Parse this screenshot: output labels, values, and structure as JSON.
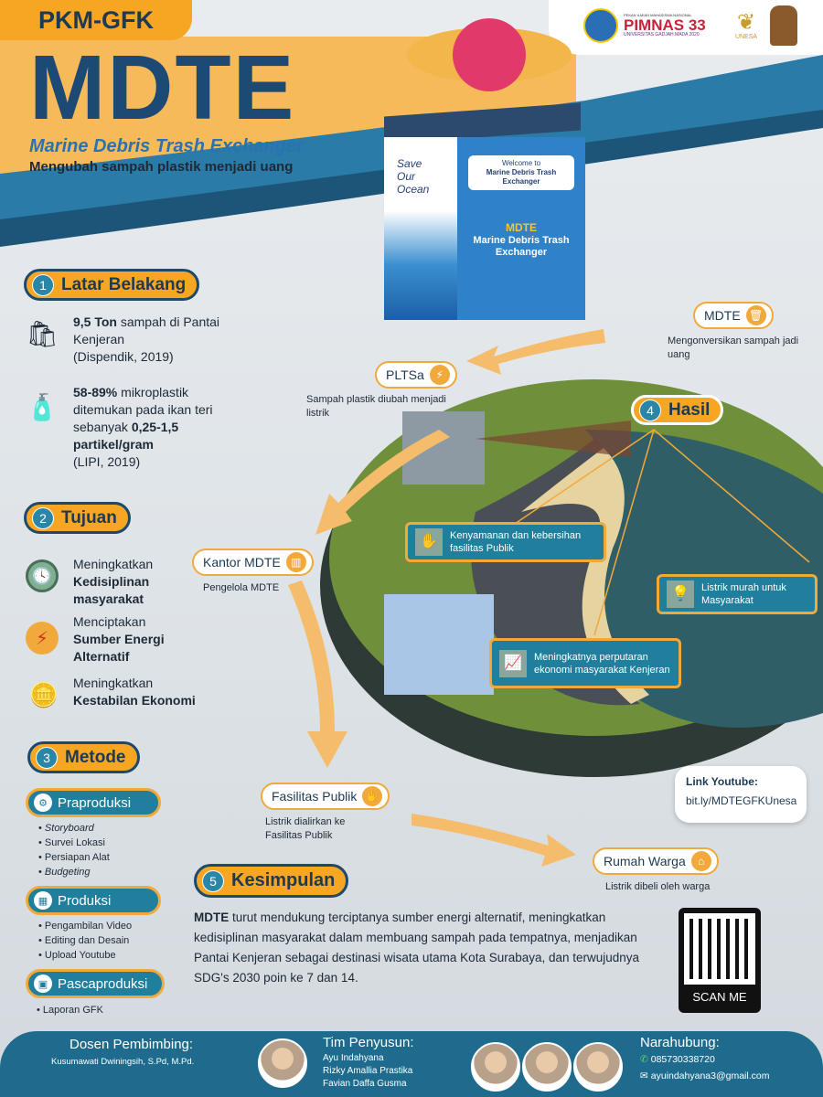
{
  "header": {
    "badge": "PKM-GFK",
    "title": "MDTE",
    "subtitle": "Marine Debris Trash Exchanger",
    "tagline": "Mengubah sampah plastik menjadi uang",
    "logos": {
      "pimnas_top": "PEKAN ILMIAH MAHASISWA NASIONAL",
      "pimnas": "PIMNAS 33",
      "pimnas_sub": "UNIVERSITAS GADJAH MADA 2020",
      "unesa": "UNESA"
    }
  },
  "machine": {
    "side": "Save Our Ocean",
    "screen_top": "Welcome to",
    "screen": "Marine Debris Trash Exchanger",
    "front_title": "MDTE",
    "front": "Marine Debris Trash Exchanger"
  },
  "latar": {
    "num": "1",
    "title": "Latar Belakang",
    "items": [
      {
        "bold": "9,5 Ton",
        "text": " sampah di Pantai Kenjeran",
        "src": "(Dispendik, 2019)"
      },
      {
        "bold": "58-89%",
        "text": " mikroplastik ditemukan pada ikan teri sebanyak ",
        "bold2": "0,25-1,5 partikel/gram",
        "src": "(LIPI, 2019)"
      }
    ]
  },
  "tujuan": {
    "num": "2",
    "title": "Tujuan",
    "items": [
      {
        "text": "Meningkatkan",
        "bold": "Kedisiplinan masyarakat"
      },
      {
        "text": "Menciptakan",
        "bold": "Sumber Energi Alternatif"
      },
      {
        "text": "Meningkatkan",
        "bold": "Kestabilan Ekonomi"
      }
    ]
  },
  "metode": {
    "num": "3",
    "title": "Metode",
    "phases": [
      {
        "title": "Praproduksi",
        "items": [
          "Storyboard",
          "Survei Lokasi",
          "Persiapan Alat",
          "Budgeting"
        ]
      },
      {
        "title": "Produksi",
        "items": [
          "Pengambilan Video",
          "Editing dan Desain",
          "Upload Youtube"
        ]
      },
      {
        "title": "Pascaproduksi",
        "items": [
          "Laporan GFK"
        ]
      }
    ]
  },
  "flow": {
    "mdte": {
      "label": "MDTE",
      "desc": "Mengonversikan sampah jadi uang"
    },
    "pltsa": {
      "label": "PLTSa",
      "desc": "Sampah plastik diubah menjadi listrik"
    },
    "kantor": {
      "label": "Kantor MDTE",
      "desc": "Pengelola MDTE"
    },
    "fasilitas": {
      "label": "Fasilitas Publik",
      "desc": "Listrik dialirkan ke Fasilitas Publik"
    },
    "rumah": {
      "label": "Rumah Warga",
      "desc": "Listrik dibeli oleh warga"
    }
  },
  "hasil": {
    "num": "4",
    "title": "Hasil",
    "cards": [
      "Kenyamanan dan kebersihan fasilitas Publik",
      "Listrik murah untuk Masyarakat",
      "Meningkatnya perputaran ekonomi masyarakat Kenjeran"
    ]
  },
  "youtube": {
    "label": "Link Youtube:",
    "link": "bit.ly/MDTEGFKUnesa"
  },
  "kesimpulan": {
    "num": "5",
    "title": "Kesimpulan",
    "bold": "MDTE",
    "text": " turut mendukung terciptanya sumber energi alternatif, meningkatkan kedisiplinan masyarakat dalam membuang sampah pada tempatnya, menjadikan Pantai Kenjeran sebagai destinasi wisata utama Kota Surabaya, dan terwujudnya SDG's 2030 poin ke 7 dan 14."
  },
  "qr": {
    "label": "SCAN ME"
  },
  "footer": {
    "dosen_title": "Dosen Pembimbing:",
    "dosen": "Kusumawati Dwiningsih, S.Pd, M.Pd.",
    "tim_title": "Tim Penyusun:",
    "tim": [
      "Ayu Indahyana",
      "Rizky Amallia Prastika",
      "Favian Daffa Gusma"
    ],
    "kontak_title": "Narahubung:",
    "phone": "085730338720",
    "email": "ayuindahyana3@gmail.com"
  },
  "colors": {
    "orange": "#f6a623",
    "navy": "#1d4a6b",
    "teal": "#1f7f9c"
  }
}
